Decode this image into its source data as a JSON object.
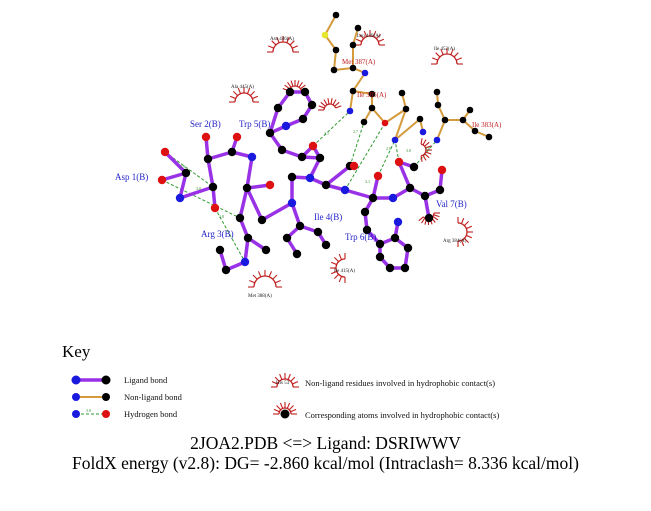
{
  "ligand_labels": [
    "Asp 1(B)",
    "Ser 2(B)",
    "Arg 3(B)",
    "Ile 4(B)",
    "Trp 5(B)",
    "Trp 6(B)",
    "Val 7(B)"
  ],
  "protein_labels": [
    "Met 387(A)",
    "Ile 385(A)",
    "Ile 383(A)"
  ],
  "hydrophobic_labels": [
    "Asn 446(A)",
    "Leu 449(A)",
    "Ile 452(A)",
    "Ala 445(A)",
    "Met 388(A)",
    "Ile 415(A)",
    "Arg 384(A)"
  ],
  "hbond_distances": [
    "2.9",
    "3.0",
    "2.8",
    "3.1",
    "2.7",
    "2.9",
    "3.0",
    "2.8",
    "3.1"
  ],
  "key": {
    "title": "Key",
    "ligand_bond": "Ligand bond",
    "nonligand_bond": "Non-ligand bond",
    "hydrogen_bond": "Hydrogen bond",
    "hbond_sample": "3.0",
    "sample_residue": "His 53",
    "nonligand_residues": "Non-ligand residues involved in hydrophobic contact(s)",
    "corresponding_atoms": "Corresponding atoms involved in hydrophobic contact(s)"
  },
  "footer": {
    "line1": "2JOA2.PDB <=> Ligand: DSRIWWV",
    "line2": "FoldX energy (v2.8): DG= -2.860 kcal/mol (Intraclash= 8.336 kcal/mol)"
  },
  "colors": {
    "ligand_bond": "#9932e6",
    "nonligand_bond": "#d59a3c",
    "hydrogen_bond": "#2e9a2e",
    "hydrophobic_arc": "#c02020",
    "atom_carbon": "#000000",
    "atom_nitrogen": "#1a1adf",
    "atom_oxygen": "#dd1111",
    "atom_sulfur": "#e6e62a",
    "ligand_label": "#2323c8",
    "protein_label": "#c02020"
  }
}
